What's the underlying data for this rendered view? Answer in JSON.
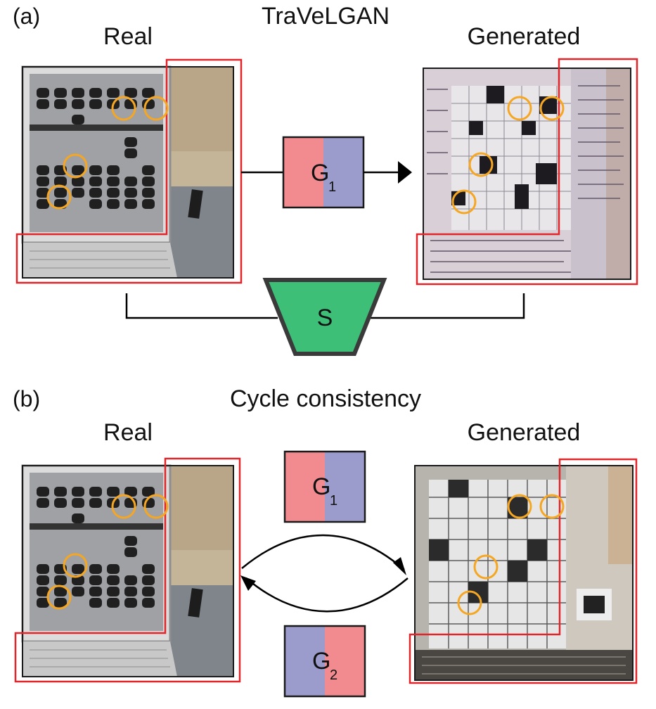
{
  "panel_a": {
    "tag": "(a)",
    "title": "TraVeLGAN",
    "left_label": "Real",
    "right_label": "Generated",
    "generator": {
      "letter": "G",
      "subscript": "1"
    },
    "siamese": {
      "letter": "S"
    }
  },
  "panel_b": {
    "tag": "(b)",
    "title": "Cycle consistency",
    "left_label": "Real",
    "right_label": "Generated",
    "generator_top": {
      "letter": "G",
      "subscript": "1"
    },
    "generator_bottom": {
      "letter": "G",
      "subscript": "2"
    }
  },
  "colors": {
    "generator_pink": "#f28b8f",
    "generator_purple": "#9b9bcc",
    "siamese_green": "#3dbf78",
    "highlight_red": "#e0262a",
    "circle_orange": "#f5a623"
  }
}
